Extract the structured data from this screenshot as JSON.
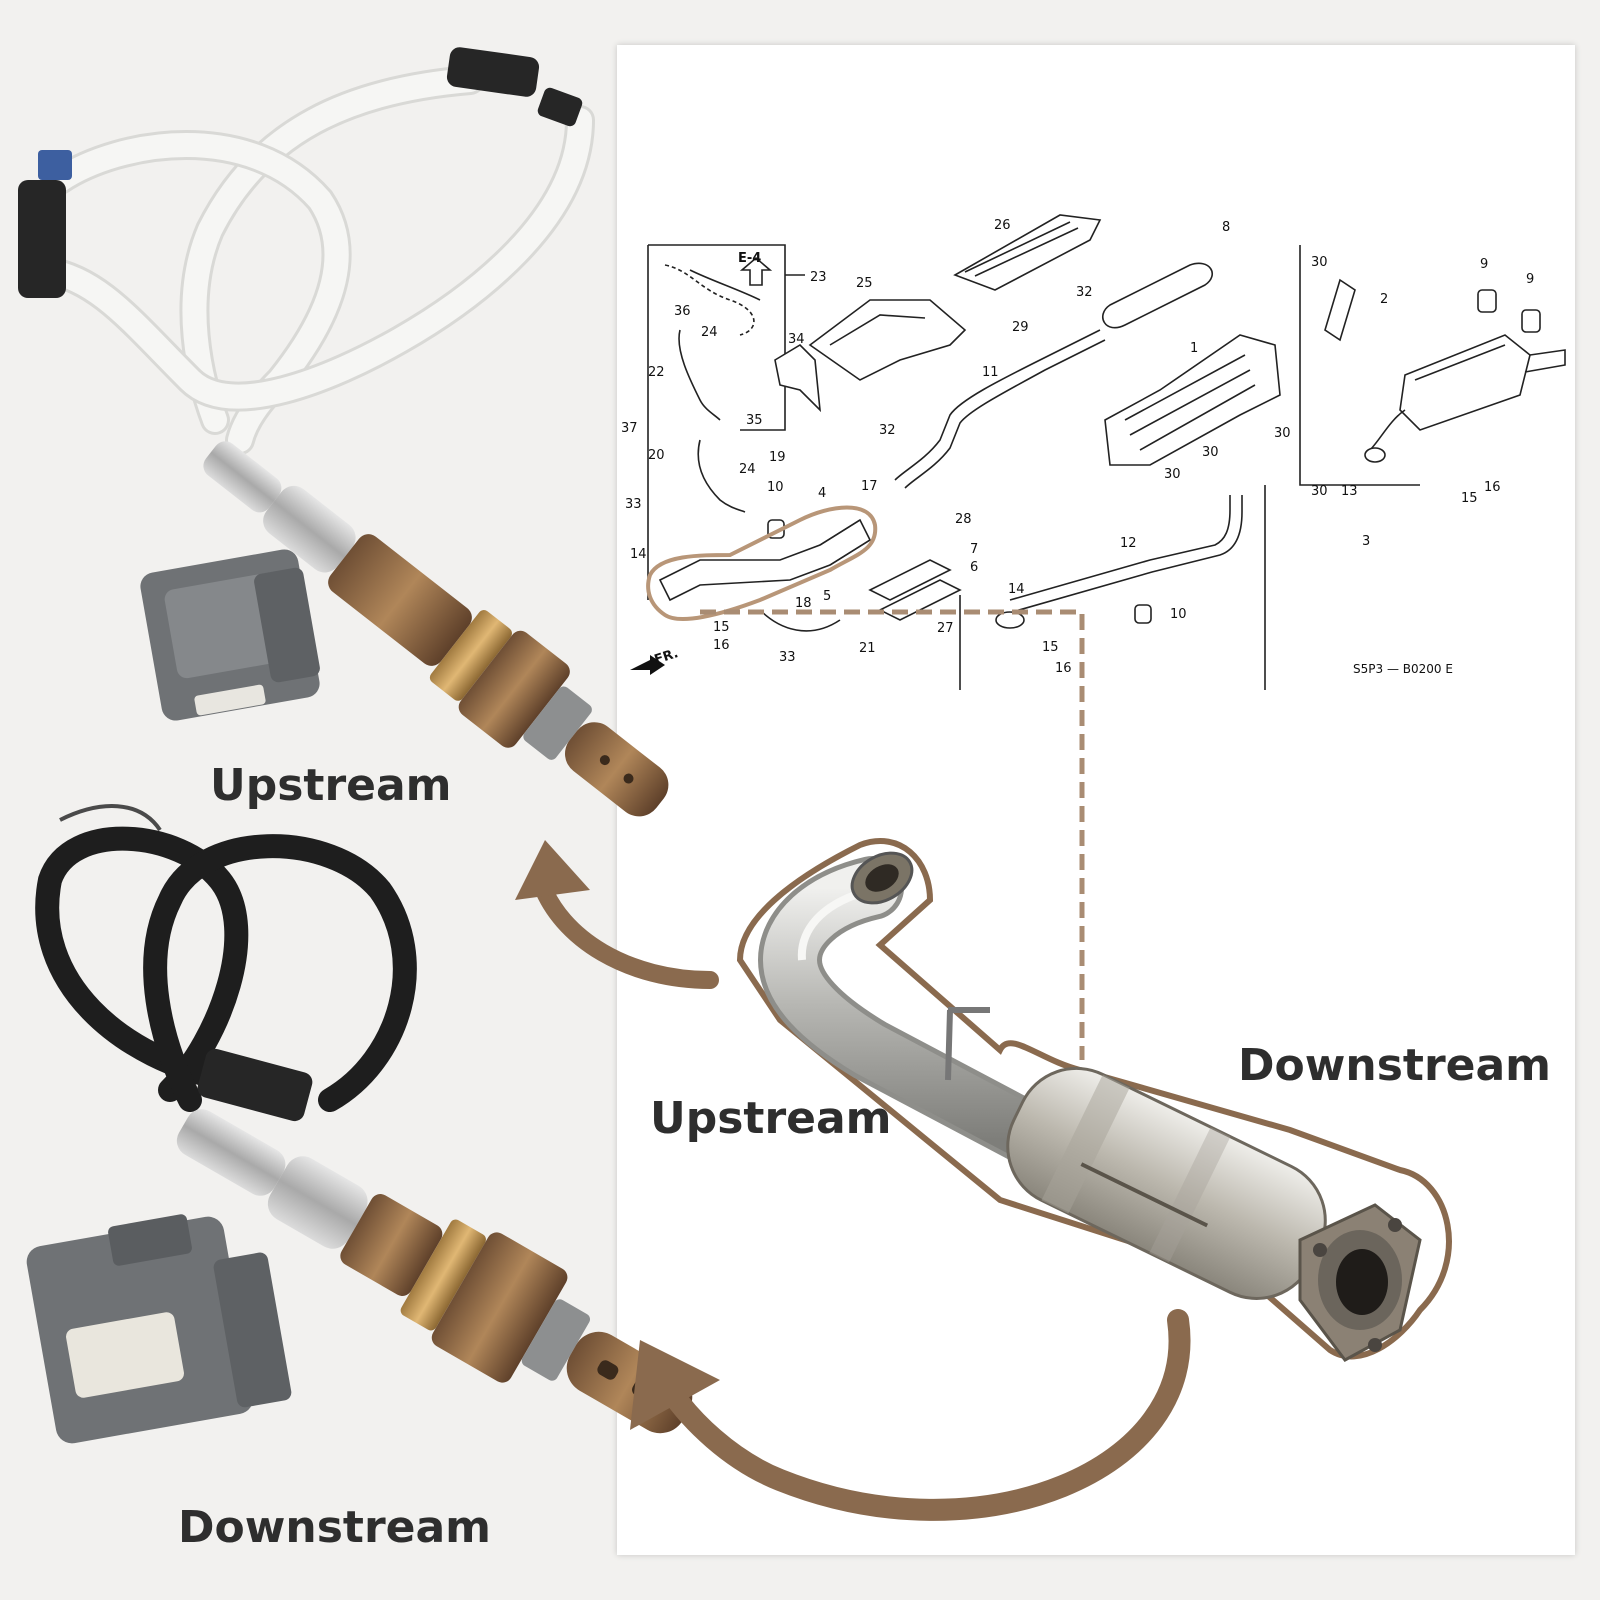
{
  "labels": {
    "upstream_sensor": "Upstream",
    "downstream_sensor": "Downstream",
    "upstream_pipe": "Upstream",
    "downstream_pipe": "Downstream"
  },
  "diagram": {
    "detail_ref": "E-4",
    "front_marker": "FR.",
    "drawing_code": "S5P3 — B0200 E",
    "part_numbers": [
      "1",
      "2",
      "3",
      "4",
      "5",
      "6",
      "7",
      "8",
      "9",
      "9",
      "10",
      "10",
      "11",
      "12",
      "13",
      "14",
      "14",
      "15",
      "15",
      "15",
      "16",
      "16",
      "16",
      "17",
      "18",
      "19",
      "20",
      "21",
      "22",
      "23",
      "24",
      "24",
      "25",
      "26",
      "27",
      "28",
      "29",
      "30",
      "30",
      "30",
      "30",
      "30",
      "32",
      "32",
      "33",
      "33",
      "34",
      "35",
      "36",
      "37"
    ]
  },
  "colors": {
    "accent_brown": "#8a6a4e",
    "dashed_leader": "#a98c73",
    "white_cable": "#f4f4f2",
    "black_cable": "#1e1e1e",
    "connector_gray": "#6f7275",
    "sensor_bronze": "#8b6a4a"
  }
}
